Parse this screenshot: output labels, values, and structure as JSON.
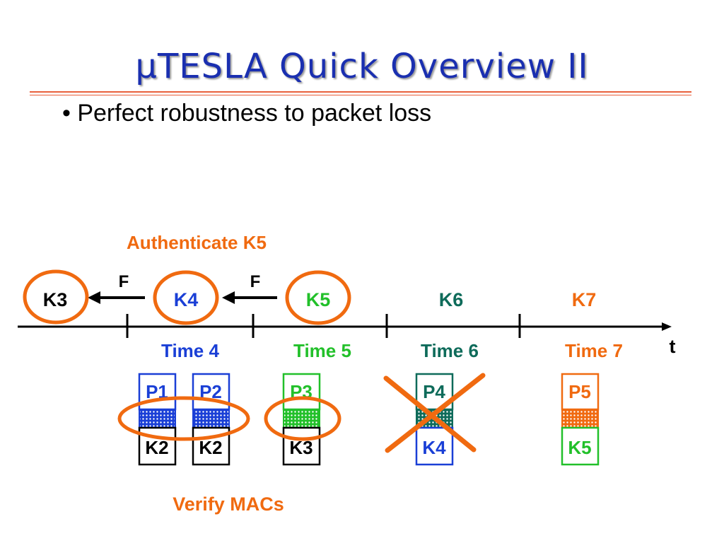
{
  "slide": {
    "title": "μTESLA Quick Overview II",
    "bullet": "• Perfect robustness to packet loss"
  },
  "labels": {
    "authenticate": "Authenticate K5",
    "verify": "Verify MACs",
    "f1": "F",
    "f2": "F",
    "axis_t": "t"
  },
  "keys": [
    {
      "label": "K3",
      "color": "#000000"
    },
    {
      "label": "K4",
      "color": "#1a3fd6"
    },
    {
      "label": "K5",
      "color": "#22c02a"
    },
    {
      "label": "K6",
      "color": "#0e6b5a"
    },
    {
      "label": "K7",
      "color": "#f06a10"
    }
  ],
  "times": [
    {
      "label": "Time 4",
      "color": "#1a3fd6"
    },
    {
      "label": "Time 5",
      "color": "#22c02a"
    },
    {
      "label": "Time 6",
      "color": "#0e6b5a"
    },
    {
      "label": "Time 7",
      "color": "#f06a10"
    }
  ],
  "packets": [
    {
      "top": "P1",
      "bottom": "K2",
      "color": "#1a3fd6",
      "bottom_color": "#000000"
    },
    {
      "top": "P2",
      "bottom": "K2",
      "color": "#1a3fd6",
      "bottom_color": "#000000"
    },
    {
      "top": "P3",
      "bottom": "K3",
      "color": "#22c02a",
      "bottom_color": "#000000"
    },
    {
      "top": "P4",
      "bottom": "K4",
      "color": "#0e6b5a",
      "bottom_color": "#1a3fd6"
    },
    {
      "top": "P5",
      "bottom": "K5",
      "color": "#f06a10",
      "bottom_color": "#22c02a"
    }
  ],
  "colors": {
    "title": "#1a2fb0",
    "accent": "#f06a10",
    "rule": "#e8603c"
  }
}
